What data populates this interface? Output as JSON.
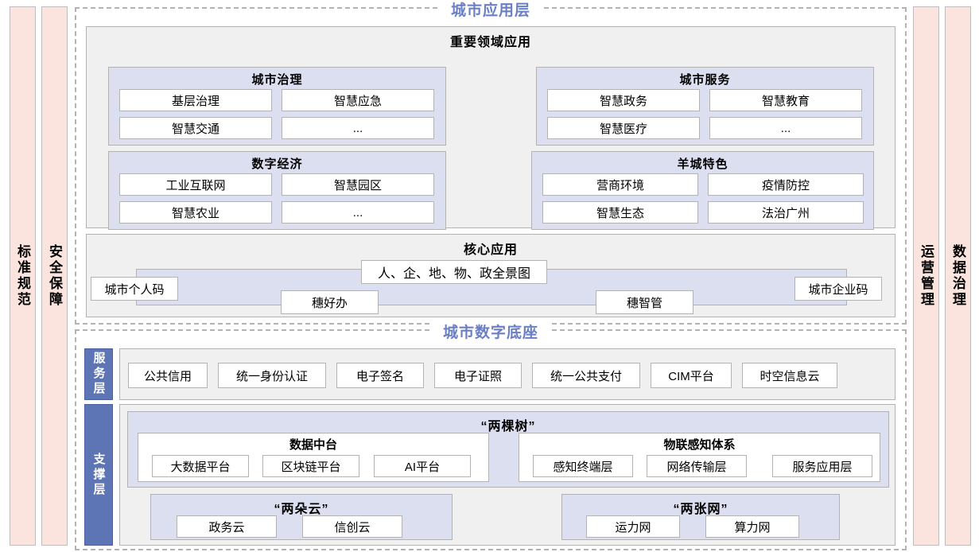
{
  "pillars": {
    "left": [
      {
        "name": "standard",
        "label": "标准规范"
      },
      {
        "name": "security",
        "label": "安全保障"
      }
    ],
    "right": [
      {
        "name": "operations",
        "label": "运营管理"
      },
      {
        "name": "datagov",
        "label": "数据治理"
      }
    ]
  },
  "application_layer": {
    "title": "城市应用层",
    "key_domains": {
      "title": "重要领域应用",
      "groups": [
        {
          "title": "城市治理",
          "items": [
            "基层治理",
            "智慧应急",
            "智慧交通",
            "..."
          ]
        },
        {
          "title": "城市服务",
          "items": [
            "智慧政务",
            "智慧教育",
            "智慧医疗",
            "..."
          ]
        },
        {
          "title": "数字经济",
          "items": [
            "工业互联网",
            "智慧园区",
            "智慧农业",
            "..."
          ]
        },
        {
          "title": "羊城特色",
          "items": [
            "营商环境",
            "疫情防控",
            "智慧生态",
            "法治广州"
          ]
        }
      ]
    },
    "core_apps": {
      "title": "核心应用",
      "panorama": "人、企、地、物、政全景图",
      "left_code": "城市个人码",
      "right_code": "城市企业码",
      "mid_left": "穗好办",
      "mid_right": "穗智管"
    }
  },
  "base_layer": {
    "title": "城市数字底座",
    "service_layer": {
      "label": "服务层",
      "items": [
        "公共信用",
        "统一身份认证",
        "电子签名",
        "电子证照",
        "统一公共支付",
        "CIM平台",
        "时空信息云"
      ]
    },
    "support_layer": {
      "label": "支撑层",
      "two_trees": {
        "title": "“两棵树”",
        "groups": [
          {
            "title": "数据中台",
            "items": [
              "大数据平台",
              "区块链平台",
              "AI平台"
            ]
          },
          {
            "title": "物联感知体系",
            "items": [
              "感知终端层",
              "网络传输层",
              "服务应用层"
            ]
          }
        ]
      },
      "two_clouds": {
        "title": "“两朵云”",
        "items": [
          "政务云",
          "信创云"
        ]
      },
      "two_networks": {
        "title": "“两张网”",
        "items": [
          "运力网",
          "算力网"
        ]
      }
    }
  },
  "colors": {
    "layer_title": "#6a7fc4",
    "pillar_bg": "#fbe4dd",
    "panel_bg": "#f0f0f0",
    "sub_bg": "#dbdff0",
    "vtab_bg": "#5d74b5"
  }
}
